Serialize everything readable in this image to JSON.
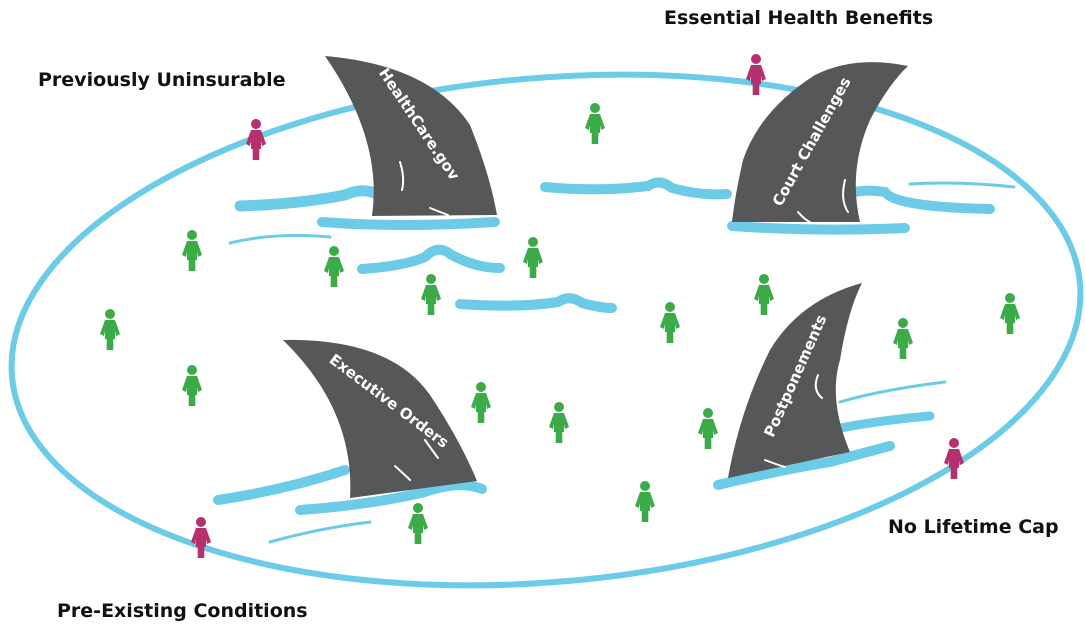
{
  "captions": {
    "essential_health_benefits": "Essential Health Benefits",
    "previously_uninsurable": "Previously Uninsurable",
    "no_lifetime_cap": "No Lifetime Cap",
    "pre_existing_conditions": "Pre-Existing Conditions"
  },
  "fins": {
    "healthcare_gov": "HealthCare.gov",
    "court_challenges": "Court Challenges",
    "executive_orders": "Executive Orders",
    "postponements": "Postponements"
  },
  "colors": {
    "water": "#6ccbe6",
    "fin": "#555759",
    "person_green": "#3aab47",
    "person_magenta": "#b5306f",
    "caption": "#111111"
  },
  "icons": {
    "fin": "shark-fin-icon",
    "person": "person-icon"
  }
}
